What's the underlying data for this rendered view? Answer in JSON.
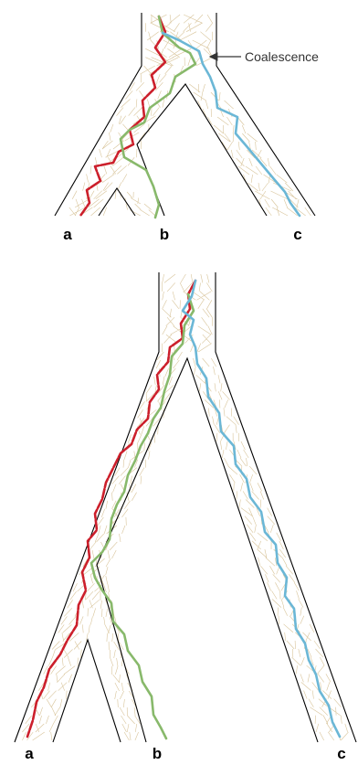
{
  "annotation": {
    "coalescence_label": "Coalescence"
  },
  "panels": [
    {
      "labels": {
        "a": "a",
        "b": "b",
        "c": "c"
      }
    },
    {
      "labels": {
        "a": "a",
        "b": "b",
        "c": "c"
      }
    }
  ],
  "colors": {
    "lineage_a": "#cc1f2b",
    "lineage_b": "#88b96b",
    "lineage_c": "#6bb7d6",
    "genealogy": "#d8c49a",
    "outline": "#000000"
  }
}
